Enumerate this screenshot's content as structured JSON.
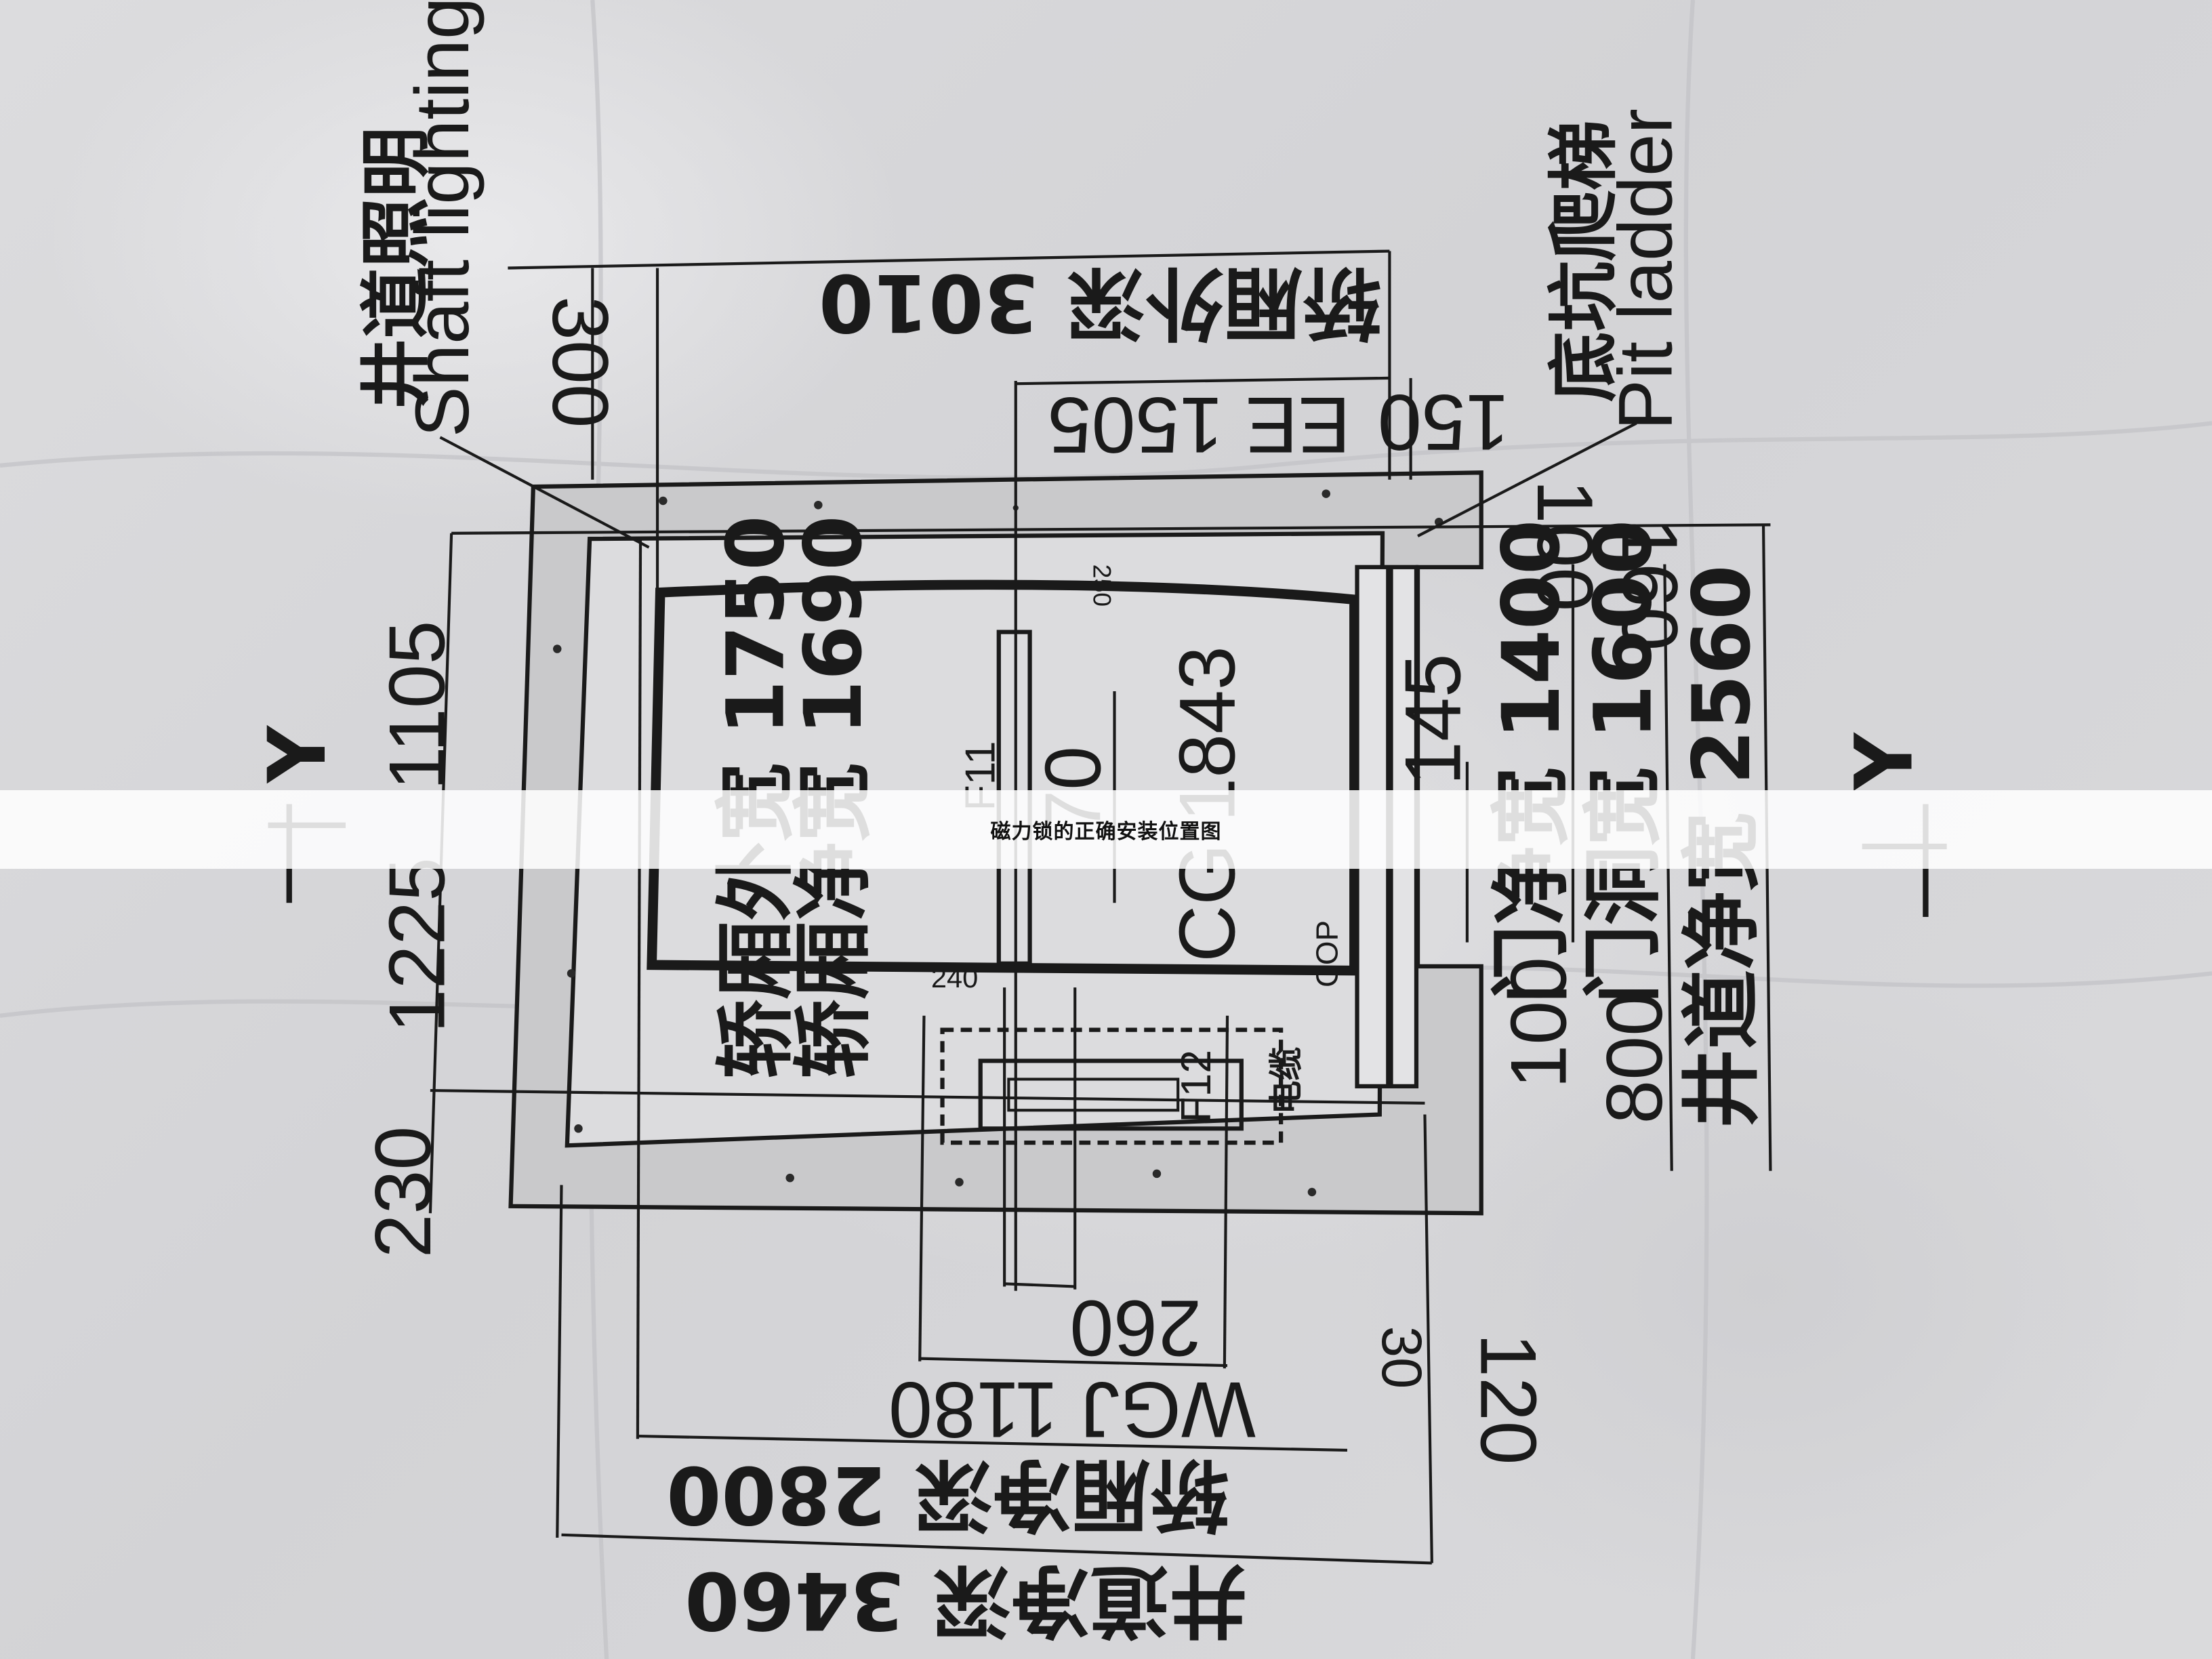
{
  "caption": "磁力锁的正确安装位置图",
  "labels": {
    "shaft_lighting_cn": "井道照明",
    "shaft_lighting_en": "Shaft lighting",
    "pit_ladder_cn": "底坑爬梯",
    "pit_ladder_en": "Pit ladder",
    "car_outer_width": "轿厢外宽 1750",
    "car_clear_width": "轿厢净宽 1690",
    "door_clear_width": "门净宽 1400",
    "door_opening_width": "门洞宽 1600",
    "shaft_clear_width": "井道净宽 2560",
    "car_clear_depth": "轿厢净深 2800",
    "shaft_clear_depth": "井道净深 3460",
    "car_depth_3010": "轿厢外深 3010",
    "ee": "EE 1505",
    "wgj": "WGJ 1180",
    "cg": "CG 1843",
    "f11": "F11",
    "f12": "F12",
    "dim_70": "70",
    "cable": "电缆",
    "box_240": "240",
    "cop": "COP",
    "box_250": "250"
  },
  "dimensions": {
    "d300": "300",
    "d150": "150",
    "d100_top": "100",
    "d160": "160",
    "d145": "145",
    "d100_bottom": "100",
    "d800": "800",
    "d1105": "1105",
    "d1225": "1225",
    "d230": "230",
    "d260": "260",
    "d120": "120",
    "d30": "30"
  },
  "section_marks": {
    "left": "Y",
    "right": "Y"
  }
}
